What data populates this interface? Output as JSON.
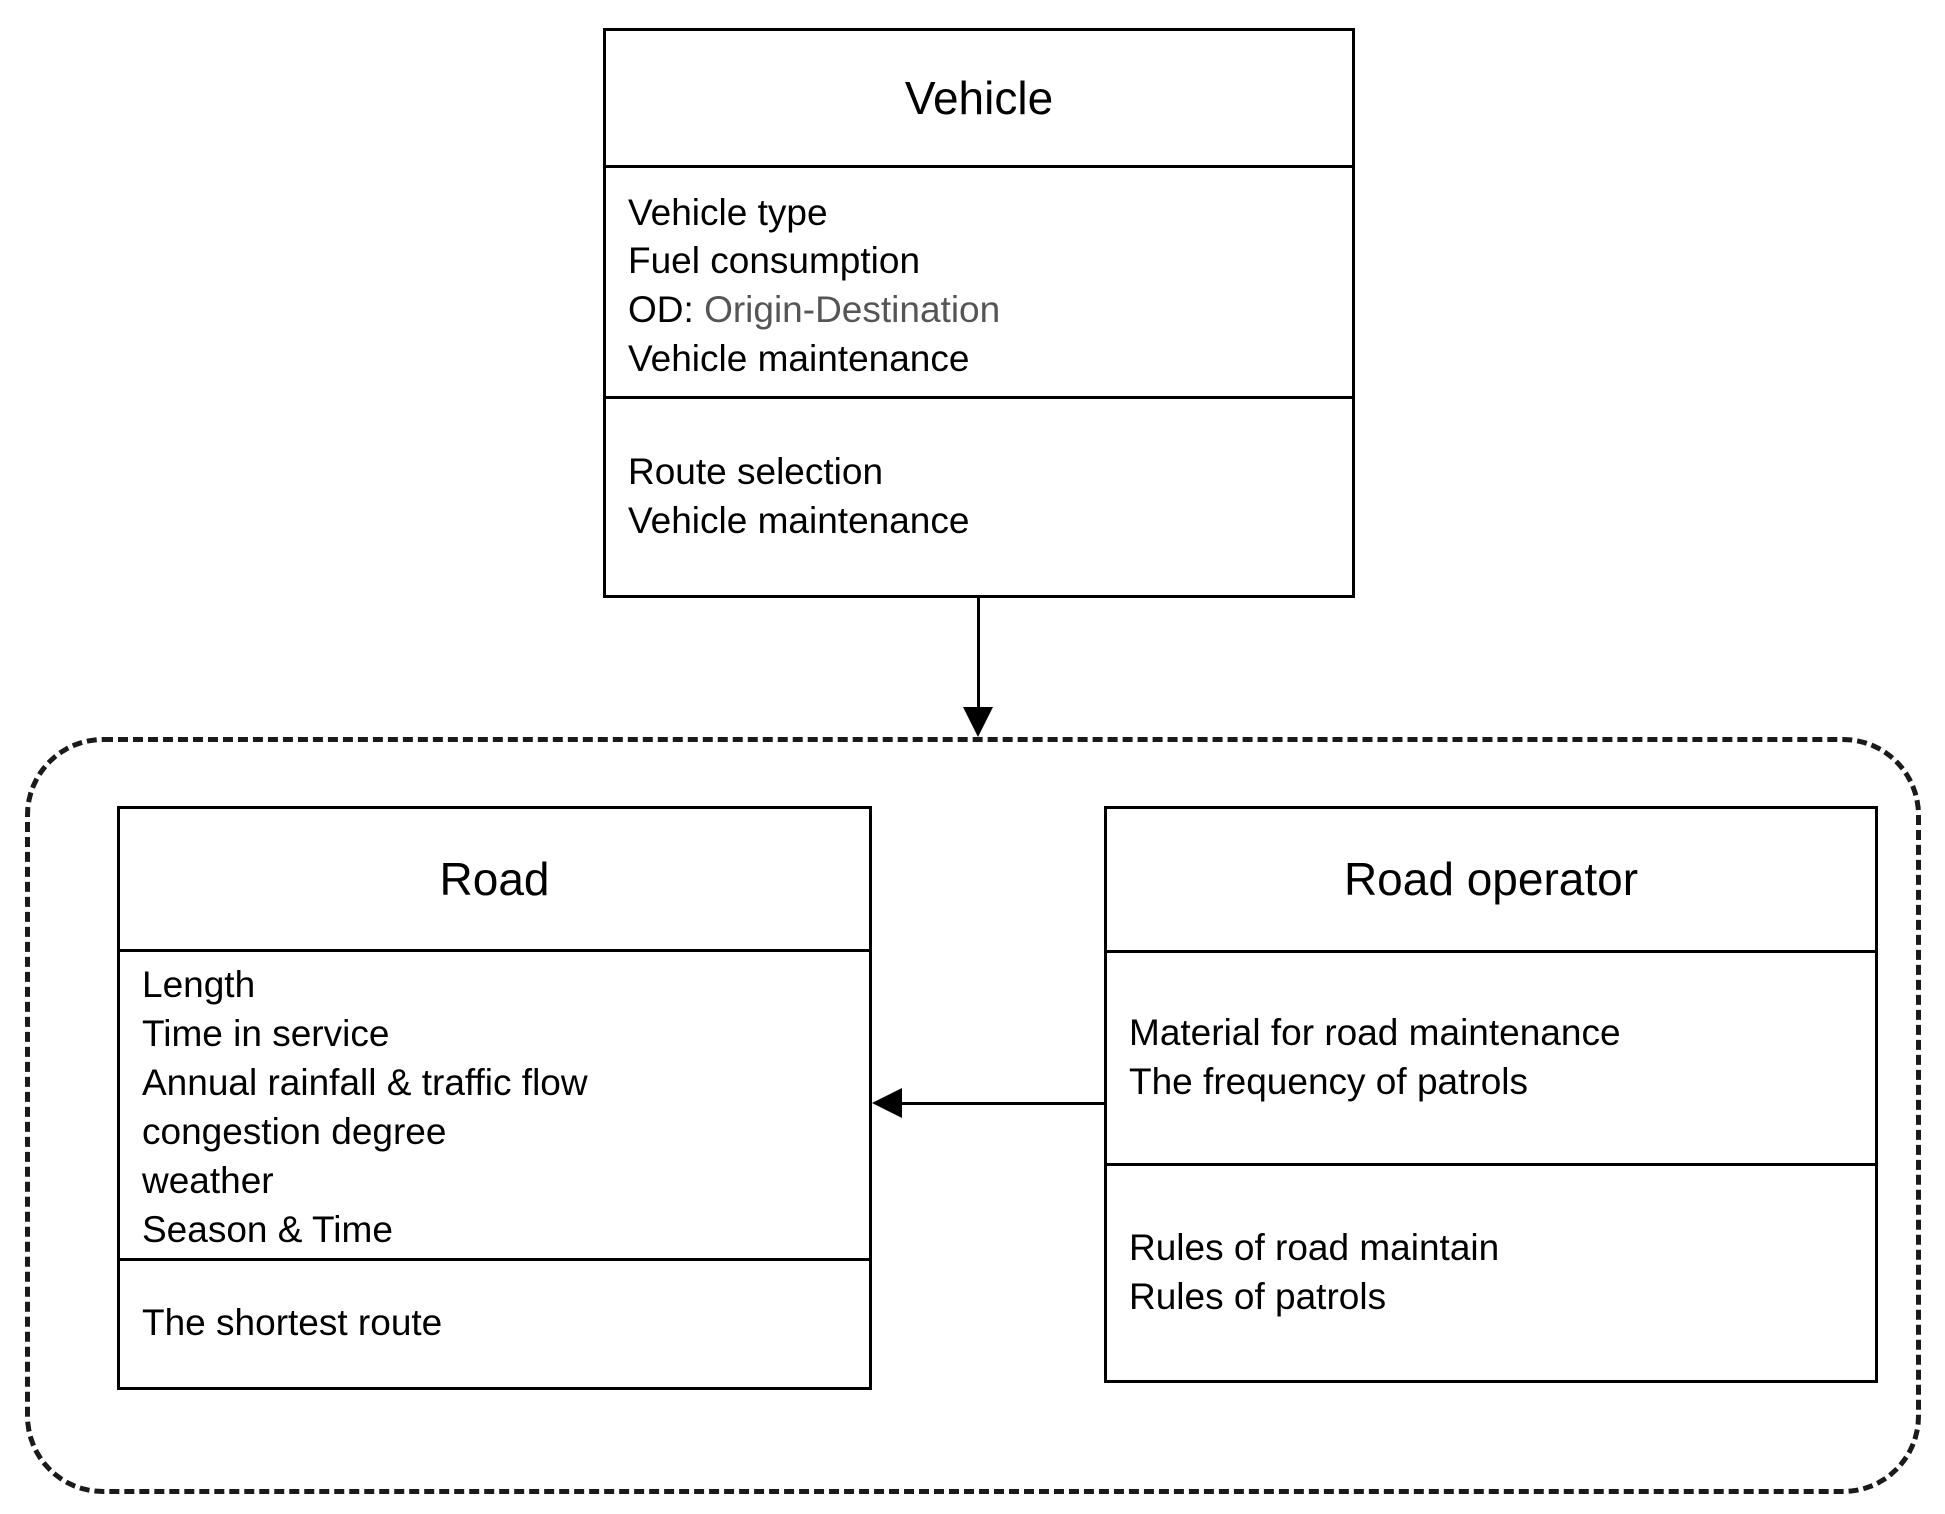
{
  "diagram": {
    "type": "uml-class-diagram",
    "classes": [
      {
        "id": "vehicle",
        "name": "Vehicle",
        "attributes": [
          {
            "text": "Vehicle type"
          },
          {
            "text": "Fuel consumption"
          },
          {
            "prefix": "OD: ",
            "muted": "Origin-Destination"
          },
          {
            "text": "Vehicle maintenance"
          }
        ],
        "operations": [
          {
            "text": "Route selection"
          },
          {
            "text": "Vehicle maintenance"
          }
        ]
      },
      {
        "id": "road",
        "name": "Road",
        "attributes": [
          {
            "text": "Length"
          },
          {
            "text": "Time in service"
          },
          {
            "text": "Annual rainfall & traffic flow"
          },
          {
            "text": "congestion degree"
          },
          {
            "text": "weather"
          },
          {
            "text": "Season & Time"
          }
        ],
        "operations": [
          {
            "text": "The shortest route"
          }
        ]
      },
      {
        "id": "road-operator",
        "name": "Road operator",
        "attributes": [
          {
            "text": "Material for road maintenance"
          },
          {
            "text": "The frequency of patrols"
          }
        ],
        "operations": [
          {
            "text": "Rules of road maintain"
          },
          {
            "text": "Rules of patrols"
          }
        ]
      }
    ],
    "connectors": [
      {
        "id": "vehicle-to-group",
        "from": "vehicle",
        "to": "group-container",
        "direction": "down",
        "style": "solid",
        "arrowhead": "filled-triangle"
      },
      {
        "id": "operator-to-road",
        "from": "road-operator",
        "to": "road",
        "direction": "left",
        "style": "solid",
        "arrowhead": "filled-triangle"
      }
    ],
    "group": {
      "id": "group-container",
      "style": "dashed",
      "shape": "rounded-rectangle",
      "contains": [
        "road",
        "road-operator"
      ]
    },
    "colors": {
      "stroke": "#000000",
      "group_stroke": "#1a1a1a",
      "text": "#000000",
      "muted_text": "#555555",
      "background": "#ffffff"
    }
  }
}
